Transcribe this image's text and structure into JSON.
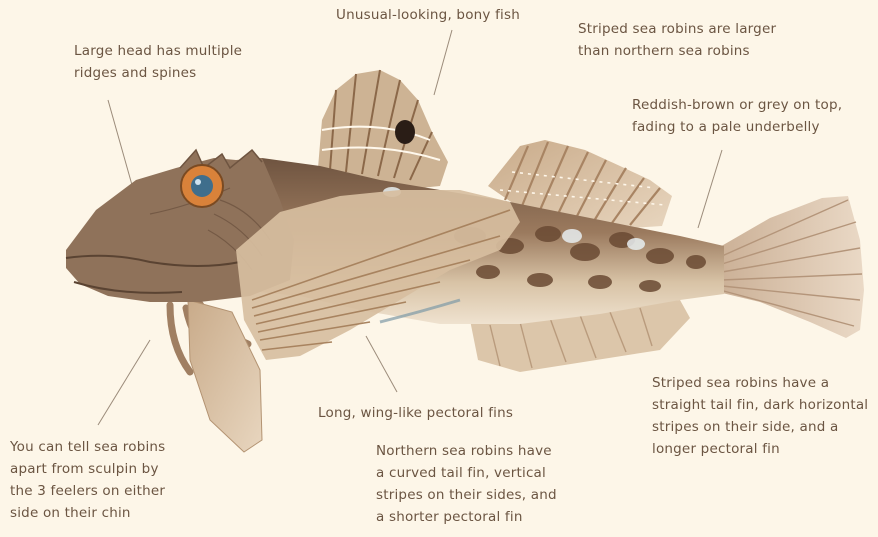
{
  "annotations": {
    "bony_fish": "Unusual-looking, bony fish",
    "size": "Striped sea robins are larger\nthan northern sea robins",
    "head": "Large head has multiple\nridges and spines",
    "color": "Reddish-brown or grey on top,\nfading to a pale underbelly",
    "striped": "Striped sea robins have a\nstraight tail fin, dark horizontal\nstripes on their side, and a\nlonger pectoral fin",
    "pectoral": "Long, wing-like pectoral fins",
    "feelers": "You can tell sea robins\napart from sculpin by\nthe 3 feelers on either\nside on their chin",
    "northern": "Northern sea robins have\na curved tail fin, vertical\nstripes on their sides, and\na shorter pectoral fin"
  },
  "colors": {
    "background": "#fdf6e8",
    "text": "#6b5542",
    "leader_line": "#9b8b7a",
    "fish_body": "#8c6a4e",
    "fish_belly": "#e9d9c2",
    "eye_iris": "#d9823a",
    "eye_pupil": "#3f6e8c"
  },
  "image": {
    "subject": "sea-robin-illustration"
  }
}
